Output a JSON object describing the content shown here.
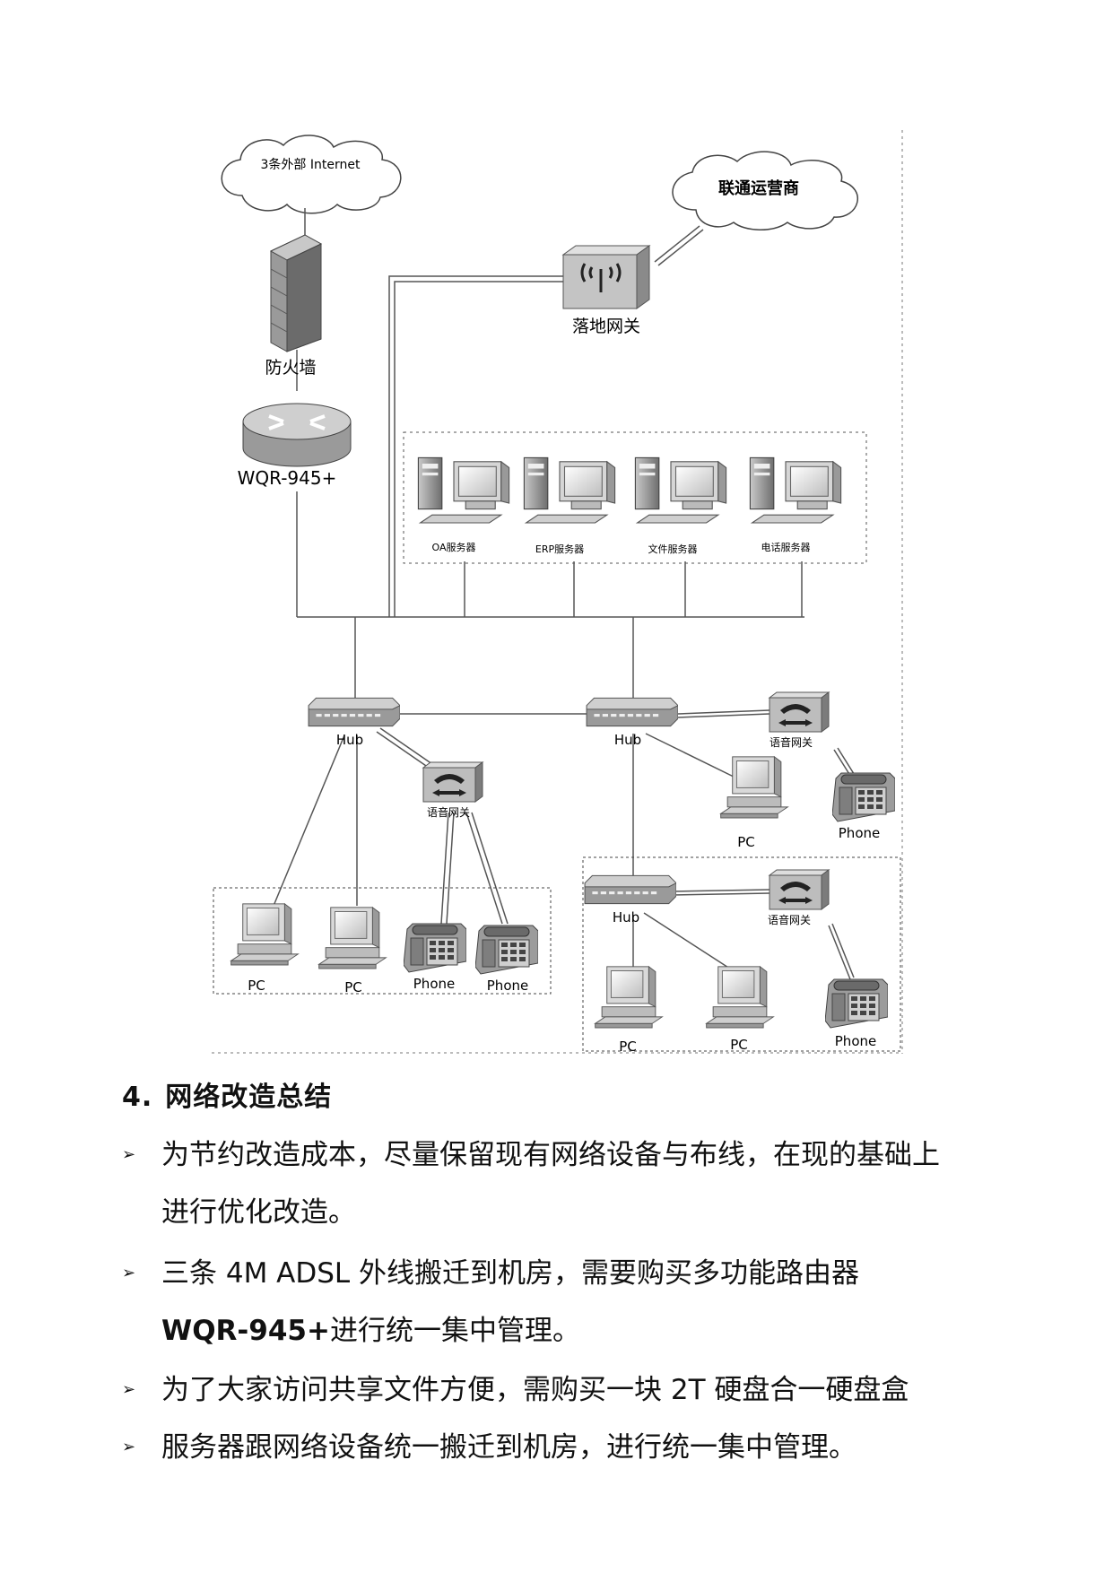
{
  "diagram": {
    "cloud_internet": "3条外部 Internet",
    "cloud_unicom": "联通运营商",
    "firewall": "防火墙",
    "router": "WQR-945+",
    "gateway": "落地网关",
    "servers": [
      "OA服务器",
      "ERP服务器",
      "文件服务器",
      "电话服务器"
    ],
    "hub": "Hub",
    "voice_gateway": "语音网关",
    "pc": "PC",
    "phone": "Phone"
  },
  "section": {
    "number": "4.",
    "title": "网络改造总结"
  },
  "bullets": [
    {
      "marker": "➢",
      "line1": "为节约改造成本，尽量保留现有网络设备与布线，在现的基础上",
      "line2": "进行优化改造。"
    },
    {
      "marker": "➢",
      "line1": "三条 4M ADSL 外线搬迁到机房，需要购买多功能路由器",
      "line2_bold": "WQR-945+",
      "line2_rest": "进行统一集中管理。"
    },
    {
      "marker": "➢",
      "line1": "为了大家访问共享文件方便，需购买一块 2T 硬盘合一硬盘盒"
    },
    {
      "marker": "➢",
      "line1": "服务器跟网络设备统一搬迁到机房，进行统一集中管理。"
    }
  ]
}
